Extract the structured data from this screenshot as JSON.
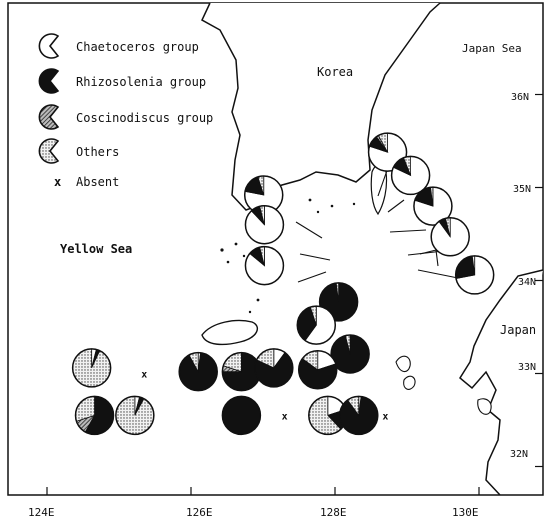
{
  "legend": {
    "items": [
      {
        "label": "Chaetoceros group",
        "marker": "open-pie-icon"
      },
      {
        "label": "Rhizosolenia group",
        "marker": "black-pie-icon"
      },
      {
        "label": "Coscinodiscus group",
        "marker": "hatched-pie-icon"
      },
      {
        "label": "Others",
        "marker": "dotted-pie-icon"
      }
    ],
    "absent_symbol": "x",
    "absent_label": "Absent"
  },
  "places": {
    "korea": "Korea",
    "japan_sea": "Japan Sea",
    "yellow_sea": "Yellow Sea",
    "japan": "Japan"
  },
  "lat_ticks": [
    {
      "label": "36N",
      "lat": 36
    },
    {
      "label": "35N",
      "lat": 35
    },
    {
      "label": "34N",
      "lat": 34
    },
    {
      "label": "33N",
      "lat": 33
    },
    {
      "label": "32N",
      "lat": 32
    }
  ],
  "lon_ticks": [
    {
      "label": "124E",
      "lon": 124
    },
    {
      "label": "126E",
      "lon": 126
    },
    {
      "label": "128E",
      "lon": 128
    },
    {
      "label": "130E",
      "lon": 130
    }
  ],
  "colors": {
    "chaetoceros": "#ffffff",
    "rhizosolenia": "#111111",
    "coscinodiscus": "#555555",
    "others": "#cfcfcf",
    "land": "#ffffff",
    "ink": "#111111"
  },
  "stations": [
    {
      "lon": 128.73,
      "lat": 35.38,
      "type": "pie",
      "fractions": [
        0.8,
        0.1,
        0.02,
        0.08
      ]
    },
    {
      "lon": 129.05,
      "lat": 35.13,
      "type": "pie",
      "fractions": [
        0.82,
        0.12,
        0.0,
        0.06
      ]
    },
    {
      "lon": 127.01,
      "lat": 34.92,
      "type": "pie",
      "fractions": [
        0.78,
        0.17,
        0.0,
        0.05
      ]
    },
    {
      "lon": 129.36,
      "lat": 34.8,
      "type": "pie",
      "fractions": [
        0.8,
        0.18,
        0.0,
        0.02
      ]
    },
    {
      "lon": 127.02,
      "lat": 34.6,
      "type": "pie",
      "fractions": [
        0.88,
        0.08,
        0.0,
        0.04
      ]
    },
    {
      "lon": 129.6,
      "lat": 34.47,
      "type": "pie",
      "fractions": [
        0.9,
        0.06,
        0.0,
        0.04
      ]
    },
    {
      "lon": 129.94,
      "lat": 34.06,
      "type": "pie",
      "fractions": [
        0.72,
        0.26,
        0.0,
        0.02
      ]
    },
    {
      "lon": 127.02,
      "lat": 34.16,
      "type": "pie",
      "fractions": [
        0.86,
        0.1,
        0.0,
        0.04
      ]
    },
    {
      "lon": 128.05,
      "lat": 33.77,
      "type": "pie",
      "fractions": [
        0.0,
        0.98,
        0.0,
        0.02
      ]
    },
    {
      "lon": 127.74,
      "lat": 33.52,
      "type": "pie",
      "fractions": [
        0.6,
        0.35,
        0.0,
        0.05
      ]
    },
    {
      "lon": 128.21,
      "lat": 33.21,
      "type": "pie",
      "fractions": [
        0.0,
        0.96,
        0.0,
        0.04
      ]
    },
    {
      "lon": 124.62,
      "lat": 33.06,
      "type": "pie",
      "fractions": [
        0.04,
        0.03,
        0.0,
        0.93
      ]
    },
    {
      "lon": 125.35,
      "lat": 33.0,
      "type": "absent"
    },
    {
      "lon": 126.1,
      "lat": 33.02,
      "type": "pie",
      "fractions": [
        0.02,
        0.9,
        0.0,
        0.08
      ]
    },
    {
      "lon": 126.7,
      "lat": 33.02,
      "type": "pie",
      "fractions": [
        0.0,
        0.75,
        0.05,
        0.2
      ]
    },
    {
      "lon": 127.15,
      "lat": 33.06,
      "type": "pie",
      "fractions": [
        0.1,
        0.72,
        0.0,
        0.18
      ]
    },
    {
      "lon": 127.76,
      "lat": 33.04,
      "type": "pie",
      "fractions": [
        0.2,
        0.65,
        0.0,
        0.15
      ]
    },
    {
      "lon": 124.66,
      "lat": 32.55,
      "type": "pie",
      "fractions": [
        0.0,
        0.58,
        0.12,
        0.3
      ]
    },
    {
      "lon": 125.22,
      "lat": 32.55,
      "type": "pie",
      "fractions": [
        0.04,
        0.04,
        0.0,
        0.92
      ]
    },
    {
      "lon": 126.7,
      "lat": 32.55,
      "type": "pie",
      "fractions": [
        0.0,
        1.0,
        0.0,
        0.0
      ]
    },
    {
      "lon": 127.3,
      "lat": 32.55,
      "type": "absent"
    },
    {
      "lon": 127.9,
      "lat": 32.55,
      "type": "pie",
      "fractions": [
        0.2,
        0.18,
        0.0,
        0.62
      ]
    },
    {
      "lon": 128.33,
      "lat": 32.55,
      "type": "pie",
      "fractions": [
        0.02,
        0.88,
        0.0,
        0.1
      ]
    },
    {
      "lon": 128.7,
      "lat": 32.55,
      "type": "absent"
    }
  ]
}
